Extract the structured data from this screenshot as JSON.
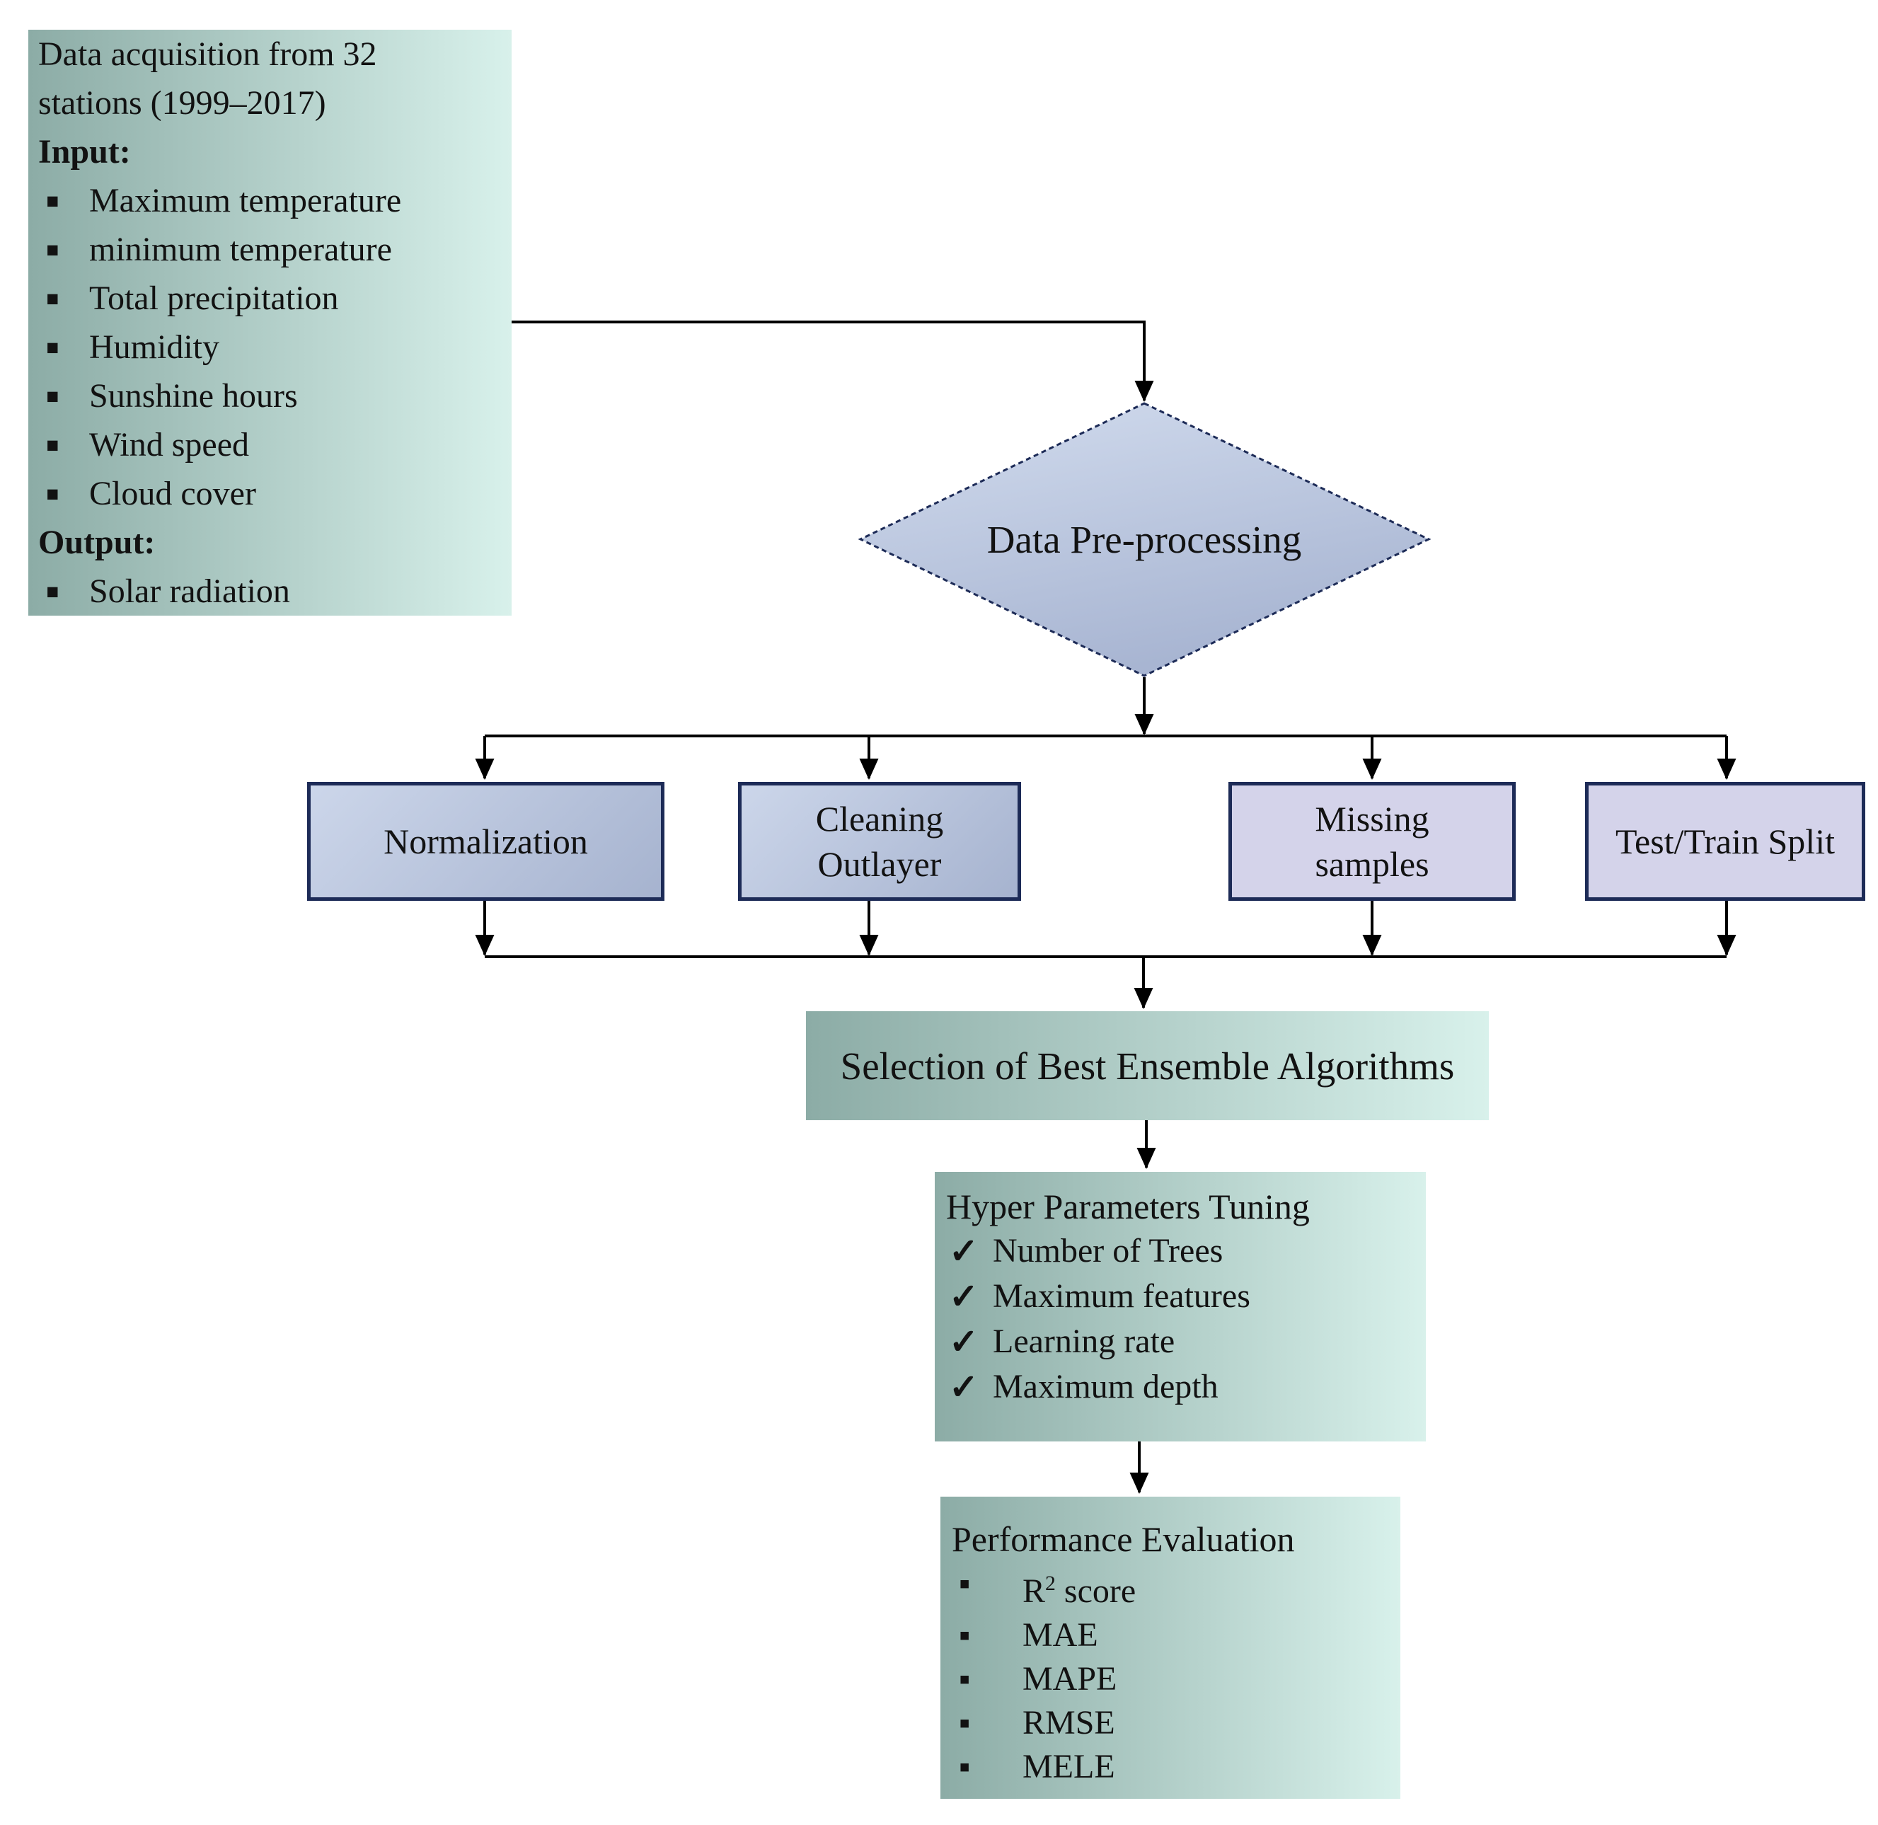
{
  "colors": {
    "background": "#ffffff",
    "text_color": "#121212",
    "connector_color": "#000000",
    "navy_border": "#1d2b57",
    "teal_gradient_start": "#8caca6",
    "teal_gradient_end": "#d8f1eb",
    "blue_gradient_start": "#ccd6ea",
    "blue_gradient_end": "#a6b3cf",
    "diamond_gradient_start": "#d2dcee",
    "diamond_gradient_end": "#a8b5d2",
    "lavender_fill": "#d4d3ea"
  },
  "bullets": {
    "square": "▪",
    "check": "✓"
  },
  "input_box": {
    "title_line1": "Data acquisition from 32",
    "title_line2": "stations (1999–2017)",
    "input_label": "Input:",
    "input_items": [
      "Maximum temperature",
      "minimum temperature",
      "Total precipitation",
      "Humidity",
      "Sunshine hours",
      "Wind speed",
      "Cloud cover"
    ],
    "output_label": "Output:",
    "output_items": [
      "Solar radiation"
    ]
  },
  "diamond": {
    "label": "Data Pre-processing"
  },
  "process_row": {
    "normalization": {
      "line1": "Normalization"
    },
    "cleaning": {
      "line1": "Cleaning",
      "line2": "Outlayer"
    },
    "missing": {
      "line1": "Missing",
      "line2": "samples"
    },
    "split": {
      "line1": "Test/Train Split"
    }
  },
  "selection_box": {
    "label": "Selection of Best Ensemble Algorithms"
  },
  "hyper_box": {
    "title": "Hyper Parameters Tuning",
    "items": [
      "Number of Trees",
      "Maximum features",
      "Learning rate",
      "Maximum depth"
    ]
  },
  "performance_box": {
    "title": "Performance Evaluation",
    "items": [
      {
        "base": "R",
        "sup": "2",
        "rest": " score"
      },
      "MAE",
      "MAPE",
      "RMSE",
      "MELE"
    ]
  }
}
